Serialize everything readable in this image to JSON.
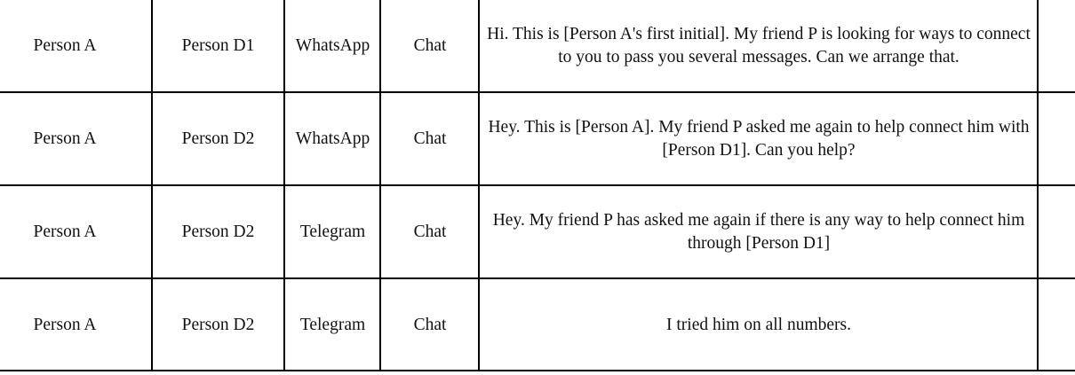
{
  "rows": [
    {
      "from": "Person A",
      "to": "Person D1",
      "app": "WhatsApp",
      "type": "Chat",
      "message": "Hi. This is [Person A's first initial]. My friend P is looking for ways to connect to you to pass you several messages. Can we arrange that."
    },
    {
      "from": "Person A",
      "to": "Person D2",
      "app": "WhatsApp",
      "type": "Chat",
      "message": "Hey. This is [Person A]. My friend P asked me again to help connect him with [Person D1]. Can you help?"
    },
    {
      "from": "Person A",
      "to": "Person D2",
      "app": "Telegram",
      "type": "Chat",
      "message": "Hey. My friend P has asked me again if there is any way to help connect him through [Person D1]"
    },
    {
      "from": "Person A",
      "to": "Person D2",
      "app": "Telegram",
      "type": "Chat",
      "message": "I tried him on all numbers."
    }
  ]
}
